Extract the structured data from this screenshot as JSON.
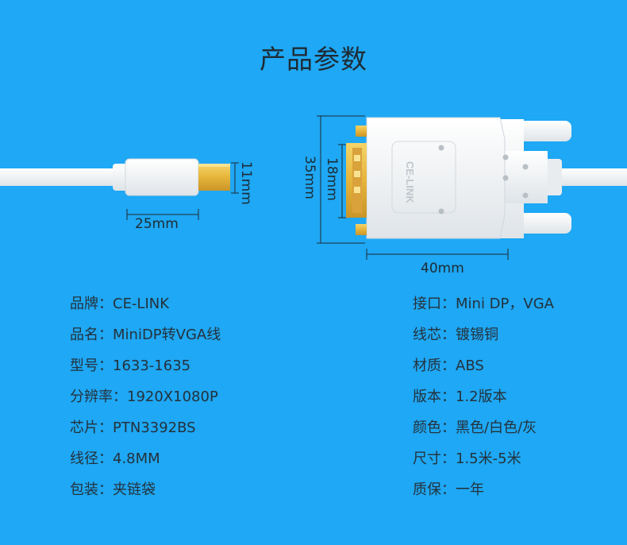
{
  "title": "产品参数",
  "dimensions": {
    "minidp_width": "25mm",
    "minidp_height": "11mm",
    "vga_width": "40mm",
    "vga_height_outer": "35mm",
    "vga_height_inner": "18mm"
  },
  "brand_text": "CE-LINK",
  "colors": {
    "background": "#1ea8f5",
    "text": "#25313b",
    "cable": "#f4f6f7",
    "gold": "#e6b53a"
  },
  "specs_left": [
    {
      "key": "品牌：",
      "value": "CE-LINK"
    },
    {
      "key": "品名：",
      "value": "MiniDP转VGA线"
    },
    {
      "key": "型号：",
      "value": "1633-1635"
    },
    {
      "key": "分辨率：",
      "value": "1920X1080P"
    },
    {
      "key": "芯片：",
      "value": "PTN3392BS"
    },
    {
      "key": "线径：",
      "value": "4.8MM"
    },
    {
      "key": "包装：",
      "value": "夹链袋"
    }
  ],
  "specs_right": [
    {
      "key": "接口：",
      "value": "Mini DP，VGA"
    },
    {
      "key": "线芯：",
      "value": "镀锡铜"
    },
    {
      "key": "材质：",
      "value": "ABS"
    },
    {
      "key": "版本：",
      "value": "1.2版本"
    },
    {
      "key": "颜色：",
      "value": "黑色/白色/灰"
    },
    {
      "key": "尺寸：",
      "value": "1.5米-5米"
    },
    {
      "key": "质保：",
      "value": "一年"
    }
  ]
}
